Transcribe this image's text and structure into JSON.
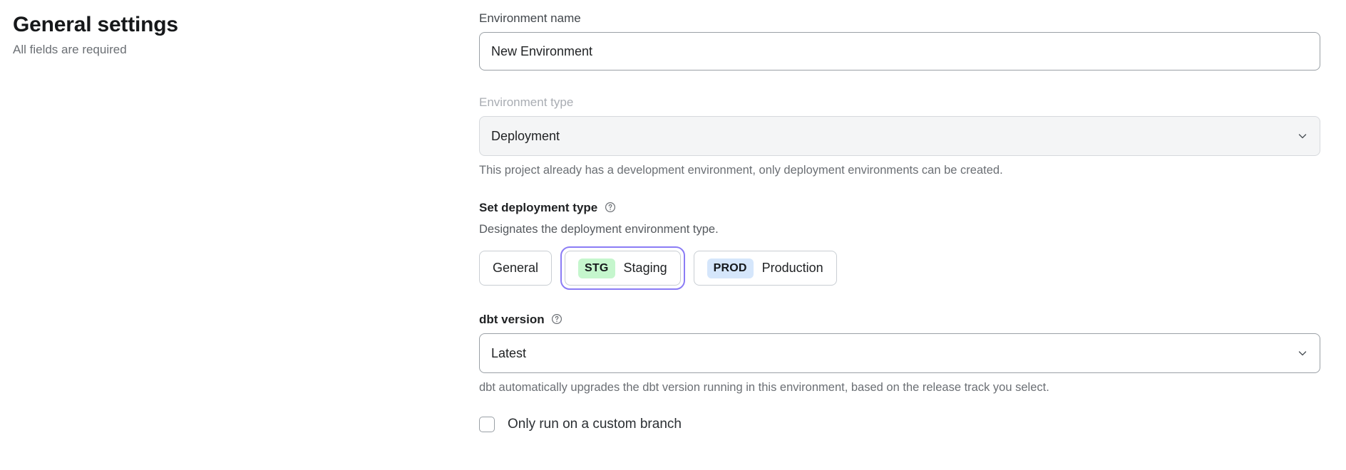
{
  "header": {
    "title": "General settings",
    "subtitle": "All fields are required"
  },
  "form": {
    "environment_name": {
      "label": "Environment name",
      "value": "New Environment",
      "placeholder": "Environment name"
    },
    "environment_type": {
      "label": "Environment type",
      "value": "Deployment",
      "chevron_icon": "chevron-down-icon",
      "help_text": "This project already has a development environment, only deployment environments can be created."
    },
    "deployment_type": {
      "label": "Set deployment type",
      "help_icon": "question-circle-icon",
      "description": "Designates the deployment environment type.",
      "options": [
        {
          "badge": "",
          "label": "General",
          "selected": false
        },
        {
          "badge": "STG",
          "label": "Staging",
          "selected": true
        },
        {
          "badge": "PROD",
          "label": "Production",
          "selected": false
        }
      ]
    },
    "dbt_version": {
      "label": "dbt version",
      "help_icon": "question-circle-icon",
      "value": "Latest",
      "chevron_icon": "chevron-down-icon",
      "help_text": "dbt automatically upgrades the dbt version running in this environment, based on the release track you select."
    },
    "custom_branch": {
      "label": "Only run on a custom branch",
      "checked": false
    }
  },
  "colors": {
    "focus_ring": "#8b7cf5",
    "badge_staging_bg": "#c5f6cd",
    "badge_production_bg": "#d5e6fb",
    "disabled_field_bg": "#f4f5f6",
    "muted_text": "#6b6f74"
  }
}
